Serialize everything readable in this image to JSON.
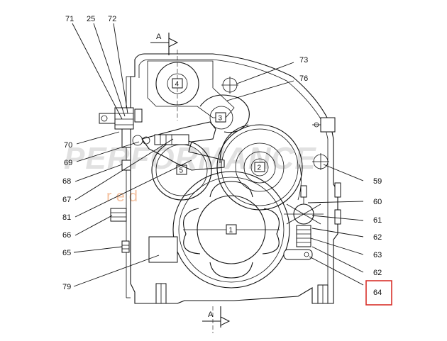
{
  "section_marks": {
    "top": "A",
    "bottom": "A"
  },
  "part_labels": {
    "p71": "71",
    "p25": "25",
    "p72": "72",
    "p73": "73",
    "p76": "76",
    "p70": "70",
    "p69": "69",
    "p68": "68",
    "p67": "67",
    "p81": "81",
    "p66": "66",
    "p65": "65",
    "p79": "79",
    "p59": "59",
    "p60": "60",
    "p61": "61",
    "p62a": "62",
    "p63": "63",
    "p62b": "62",
    "p64": "64"
  },
  "shaft_numbers": {
    "s1": "1",
    "s2": "2",
    "s3": "3",
    "s4": "4",
    "s5": "5"
  },
  "watermark": {
    "text": "PERFORMANCE",
    "sub": "r e d"
  },
  "highlight_color": "#d9312b"
}
